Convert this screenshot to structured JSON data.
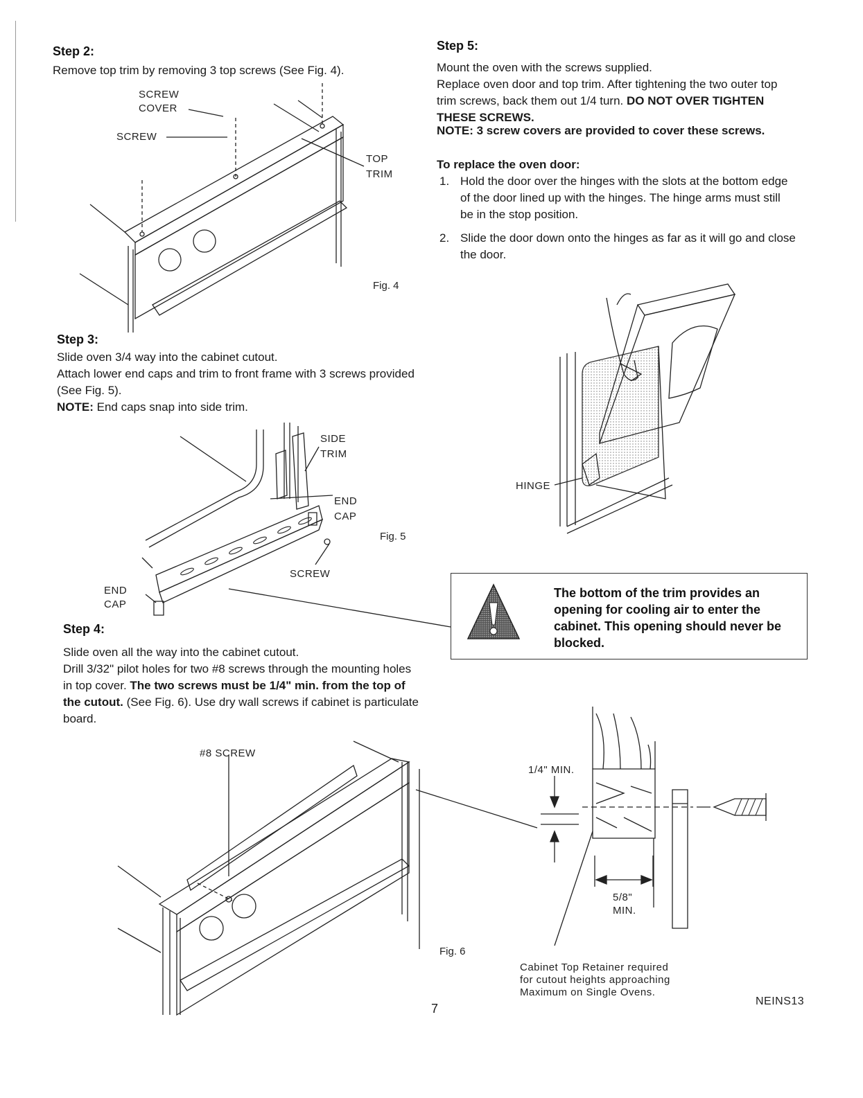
{
  "left": {
    "step2": {
      "title": "Step 2:",
      "body": "Remove top trim by removing 3 top screws (See Fig. 4).",
      "labels": {
        "screw_cover_1": "SCREW",
        "screw_cover_2": "COVER",
        "screw": "SCREW",
        "top_trim_1": "TOP",
        "top_trim_2": "TRIM"
      },
      "fig": "Fig. 4"
    },
    "step3": {
      "title": "Step 3:",
      "line1": "Slide oven 3/4 way into the cabinet cutout.",
      "line2": "Attach lower end caps and trim to front frame with 3 screws provided (See Fig. 5).",
      "note_label": "NOTE:",
      "note_text": "End caps snap into side trim.",
      "labels": {
        "side_trim_1": "SIDE",
        "side_trim_2": "TRIM",
        "end_cap_r1": "END",
        "end_cap_r2": "CAP",
        "screw": "SCREW",
        "end_cap_l1": "END",
        "end_cap_l2": "CAP"
      },
      "fig": "Fig. 5"
    },
    "step4": {
      "title": "Step 4:",
      "line1": "Slide oven all the way into the cabinet cutout.",
      "line2a": "Drill 3/32\" pilot holes for two #8 screws through the mounting holes in top cover. ",
      "line2b": "The two screws must be 1/4\" min. from the top of the cutout.",
      "line2c": " (See Fig. 6). Use dry wall screws if cabinet is particulate board.",
      "labels": {
        "screw8": "#8 SCREW"
      }
    }
  },
  "right": {
    "step5": {
      "title": "Step 5:",
      "line1": "Mount the oven with the screws supplied.",
      "line2a": "Replace oven door and top trim. After tightening the two outer top trim screws, back them out 1/4 turn. ",
      "line2b": "DO NOT OVER TIGHTEN THESE SCREWS.",
      "note": "NOTE: 3 screw covers are provided to cover these screws.",
      "door_heading": "To replace the oven door:",
      "items": [
        {
          "num": "1.",
          "text": "Hold the door over the hinges with the slots at the bottom edge of the door lined up with the hinges. The hinge arms must still be in the stop position."
        },
        {
          "num": "2.",
          "text": "Slide the door down onto the hinges as far as it will go and close the door."
        }
      ],
      "labels": {
        "hinge": "HINGE"
      }
    },
    "warning": {
      "text": "The bottom of the trim provides an opening for cooling air to enter the cabinet. This opening should never be blocked."
    },
    "fig6": {
      "labels": {
        "quarter_min": "1/4\" MIN.",
        "five_eighths_1": "5/8\"",
        "five_eighths_2": "MIN."
      },
      "note_line1": "Cabinet Top  Retainer required",
      "note_line2": "for cutout heights approaching",
      "note_line3": "Maximum on Single Ovens.",
      "fig": "Fig. 6"
    }
  },
  "footer": {
    "page_number": "7",
    "doc_code": "NEINS13"
  }
}
